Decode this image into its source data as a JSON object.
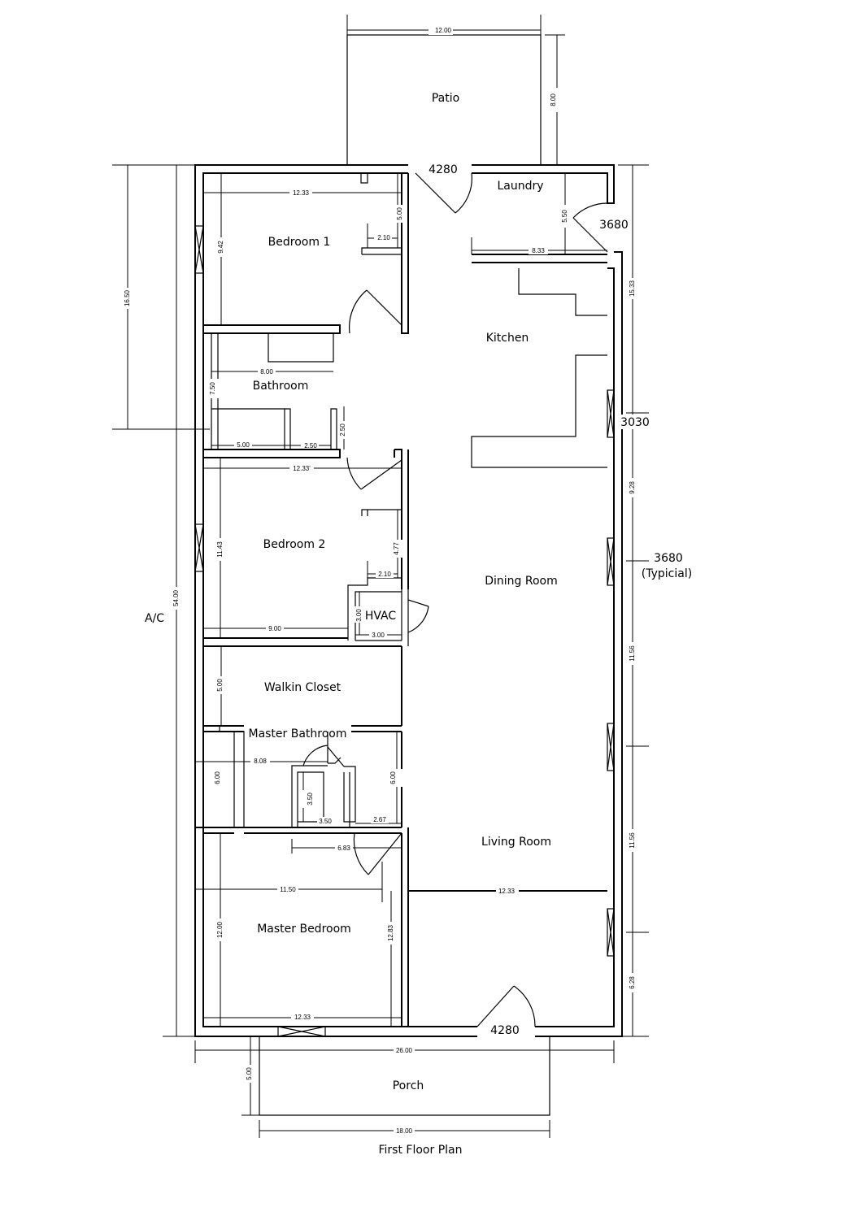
{
  "title": "First Floor Plan",
  "rooms": {
    "patio": "Patio",
    "laundry": "Laundry",
    "bedroom1": "Bedroom 1",
    "kitchen": "Kitchen",
    "bathroom": "Bathroom",
    "bedroom2": "Bedroom 2",
    "dining": "Dining Room",
    "hvac": "HVAC",
    "walkin": "Walkin  Closet",
    "master_bath": "Master Bathroom",
    "living": "Living Room",
    "master_bed": "Master Bedroom",
    "porch": "Porch"
  },
  "labels": {
    "ac": "A/C",
    "door_top": "4280",
    "door_laundry": "3680",
    "window_kitchen": "3030",
    "window_typ": "3680",
    "window_typ2": "(Typicial)",
    "door_front": "4280"
  },
  "dims": {
    "patio_w": "12.00",
    "patio_d": "8.00",
    "b1_w": "12.33",
    "b1_h": "9.42",
    "b1_closet_h": "5.00",
    "b1_closet_w": "2.10",
    "left_165": "16.50",
    "left_54": "54.00",
    "laundry_h": "5.50",
    "laundry_w": "8.33",
    "right_1533": "15.33",
    "bath_w": "8.00",
    "bath_h": "7.50",
    "bath_a": "5.00",
    "bath_b": "2.50",
    "bath_c": "2.50",
    "b2_w": "12.33'",
    "b2_h": "11.43",
    "b2_closet_h": "4.77",
    "b2_closet_w": "2.10",
    "b2_bottom": "9.00",
    "hvac_h": "3.00",
    "hvac_w": "3.00",
    "right_928": "9.28",
    "walkin_h": "5.00",
    "mb_808": "8.08",
    "mb_600a": "6.00",
    "mb_350a": "3.50",
    "mb_350b": "3.50",
    "mb_267": "2.67",
    "mb_600b": "6.00",
    "mb_683": "6.83",
    "right_1156a": "11.56",
    "right_1156b": "11.56",
    "mbed_1150": "11.50",
    "living_1233": "12.33",
    "mbed_1200": "12.00",
    "mbed_1283": "12.83",
    "mbed_bottom": "12.33",
    "right_628": "6.28",
    "total_26": "26.00",
    "porch_d": "5.00",
    "porch_w": "18.00"
  }
}
